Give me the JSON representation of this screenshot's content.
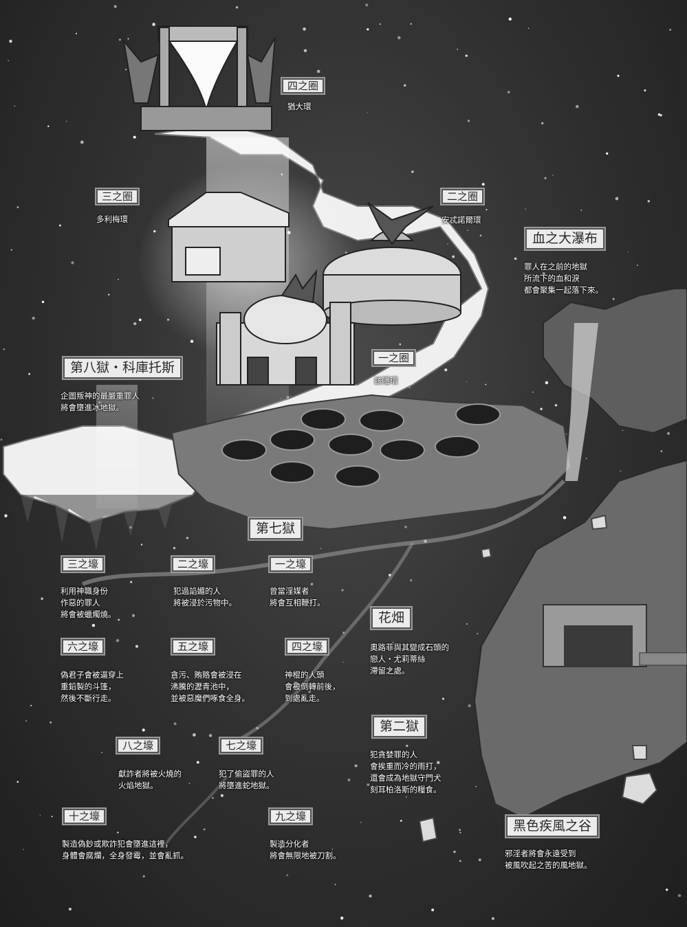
{
  "labels": {
    "circle4": {
      "title": "四之圈",
      "desc": [
        "猶大環"
      ]
    },
    "circle3": {
      "title": "三之圈",
      "desc": [
        "多利梅環"
      ]
    },
    "circle2": {
      "title": "二之圈",
      "desc": [
        "安忒諾爾環"
      ]
    },
    "circle1": {
      "title": "一之圈",
      "desc": [
        "該隱環"
      ]
    },
    "blood_falls": {
      "title": "血之大瀑布",
      "desc": [
        "罪人在之前的地獄",
        "所流下的血和淚",
        "都會聚集一起落下來。"
      ]
    },
    "prison8": {
      "title": "第八獄・科庫托斯",
      "desc": [
        "企圖叛神的最嚴重罪人",
        "將會墮進冰地獄。"
      ]
    },
    "prison7": {
      "title": "第七獄"
    },
    "bolgia3": {
      "title": "三之壕",
      "desc": [
        "利用神職身份",
        "作惡的罪人",
        "將會被蠟燭燒。"
      ]
    },
    "bolgia2": {
      "title": "二之壕",
      "desc": [
        "犯過諂媚的人",
        "將被浸於污物中。"
      ]
    },
    "bolgia1": {
      "title": "一之壕",
      "desc": [
        "曾當淫媒者",
        "將會互相鞭打。"
      ]
    },
    "flower_field": {
      "title": "花畑",
      "desc": [
        "奧路菲與其變成石頭的",
        "戀人・尤莉蒂絲",
        "滯留之處。"
      ]
    },
    "bolgia6": {
      "title": "六之壕",
      "desc": [
        "偽君子會被逼穿上",
        "重鉛製的斗篷，",
        "然後不斷行走。"
      ]
    },
    "bolgia5": {
      "title": "五之壕",
      "desc": [
        "貪污、賄賂會被浸在",
        "沸騰的瀝青池中，",
        "並被惡魔們啄食全身。"
      ]
    },
    "bolgia4": {
      "title": "四之壕",
      "desc": [
        "神棍的人頭",
        "會被倒轉前後，",
        "到處亂走。"
      ]
    },
    "prison2": {
      "title": "第二獄",
      "desc": [
        "犯貪婪罪的人",
        "會挨重而冷的雨打，",
        "還會成為地獄守門犬",
        "刻耳柏洛斯的糧食。"
      ]
    },
    "bolgia8": {
      "title": "八之壕",
      "desc": [
        "獻詐者將被火燒的",
        "火焰地獄。"
      ]
    },
    "bolgia7": {
      "title": "七之壕",
      "desc": [
        "犯了偷盜罪的人",
        "將墮進蛇地獄。"
      ]
    },
    "bolgia10": {
      "title": "十之壕",
      "desc": [
        "製造偽鈔或欺詐犯會墮進這裡，",
        "身體會腐爛，全身發霉，並會亂抓。"
      ]
    },
    "bolgia9": {
      "title": "九之壕",
      "desc": [
        "製造分化者",
        "將會無限地被刀割。"
      ]
    },
    "black_wind_valley": {
      "title": "黑色疾風之谷",
      "desc": [
        "邪淫者將會永遠受到",
        "被風吹起之苦的風地獄。"
      ]
    }
  },
  "colors": {
    "space": "#2e2e2e",
    "ice": "#f2f2f2",
    "rock": "#6b6b6b",
    "label_bg": "#ececec",
    "label_border": "#9a9a9a"
  }
}
